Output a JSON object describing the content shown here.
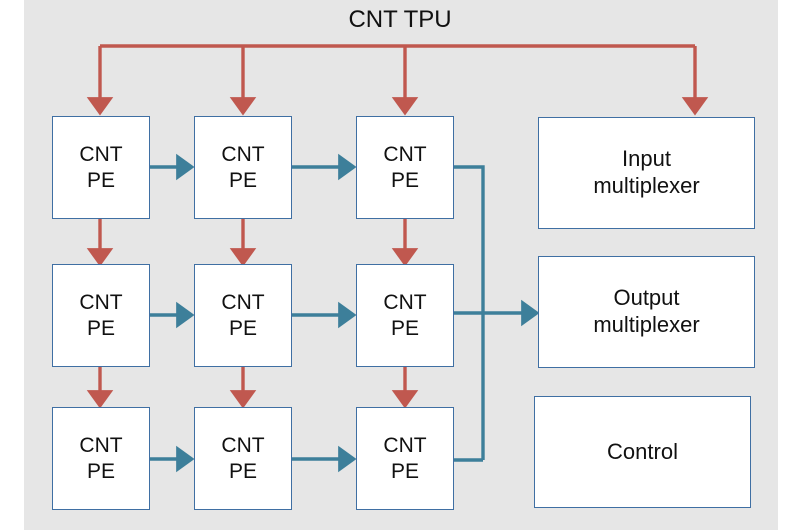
{
  "diagram": {
    "title": "CNT TPU",
    "background_color": "#e6e6e6",
    "page_color": "#ffffff",
    "node_fill": "#ffffff",
    "node_border_color": "#3f6fa3",
    "control_arrow_color": "#c0584f",
    "data_arrow_color": "#3d7f9a",
    "text_color": "#111111"
  },
  "pe_array": {
    "rows": 3,
    "cols": 3,
    "cells": [
      {
        "line1": "CNT",
        "line2": "PE"
      },
      {
        "line1": "CNT",
        "line2": "PE"
      },
      {
        "line1": "CNT",
        "line2": "PE"
      },
      {
        "line1": "CNT",
        "line2": "PE"
      },
      {
        "line1": "CNT",
        "line2": "PE"
      },
      {
        "line1": "CNT",
        "line2": "PE"
      },
      {
        "line1": "CNT",
        "line2": "PE"
      },
      {
        "line1": "CNT",
        "line2": "PE"
      },
      {
        "line1": "CNT",
        "line2": "PE"
      }
    ]
  },
  "blocks": {
    "input_mux": {
      "line1": "Input",
      "line2": "multiplexer"
    },
    "output_mux": {
      "line1": "Output",
      "line2": "multiplexer"
    },
    "control": {
      "line1": "Control",
      "line2": ""
    }
  }
}
